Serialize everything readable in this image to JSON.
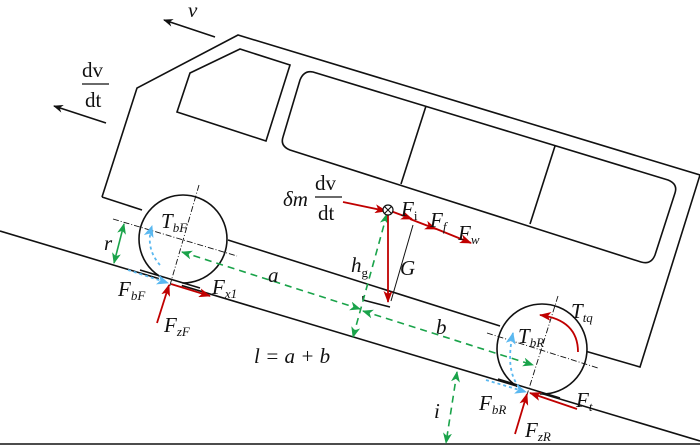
{
  "colors": {
    "force": "#c00000",
    "dimension": "#1aa34a",
    "brake": "#5ab8f0",
    "outline": "#111111"
  },
  "labels": {
    "v": "v",
    "dvdt_num": "dv",
    "dvdt_den": "dt",
    "delta_m": "δm",
    "inertia_num": "dv",
    "inertia_den": "dt",
    "Fi": "F",
    "Fi_sub": "i",
    "Ff": "F",
    "Ff_sub": "f",
    "Fw": "F",
    "Fw_sub": "w",
    "hg": "h",
    "hg_sub": "g",
    "G": "G",
    "a": "a",
    "b": "b",
    "l": "l = a + b",
    "i": "i",
    "r": "r",
    "TbF": "T",
    "TbF_sub": "bF",
    "FbF": "F",
    "FbF_sub": "bF",
    "Fx1": "F",
    "Fx1_sub": "x1",
    "FzF": "F",
    "FzF_sub": "zF",
    "Ttq": "T",
    "Ttq_sub": "tq",
    "TbR": "T",
    "TbR_sub": "bR",
    "FbR": "F",
    "FbR_sub": "bR",
    "Ft": "F",
    "Ft_sub": "t",
    "FzR": "F",
    "FzR_sub": "zR"
  }
}
